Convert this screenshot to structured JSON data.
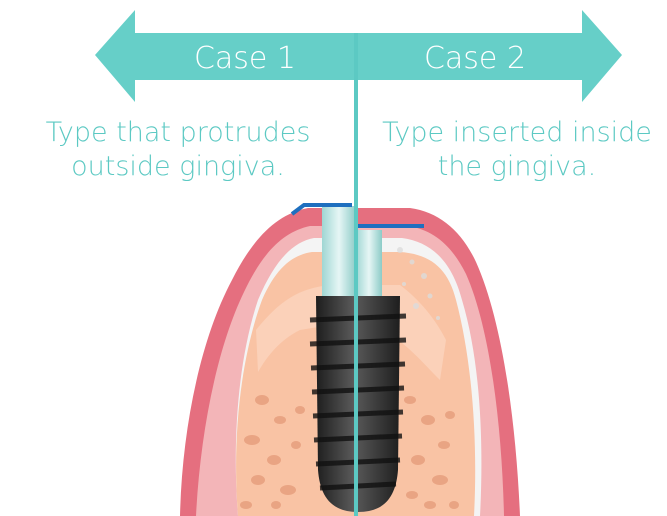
{
  "case1": {
    "label": "Case 1",
    "caption_line1": "Type that protrudes",
    "caption_line2": "outside gingiva."
  },
  "case2": {
    "label": "Case 2",
    "caption_line1": "Type inserted inside",
    "caption_line2": "the gingiva."
  },
  "colors": {
    "arrow": "#66cfc8",
    "caption_text": "#5cc9c3",
    "divider": "#5cc9c3",
    "gingiva": "#e56f7f",
    "gingiva_inner": "#f3b5b8",
    "bone": "#f9c3a4",
    "bone_dots": "#e79f7e",
    "implant": "#3a3a3a",
    "abutment": "#bfe7e5",
    "marker_line": "#1e6fbf"
  }
}
